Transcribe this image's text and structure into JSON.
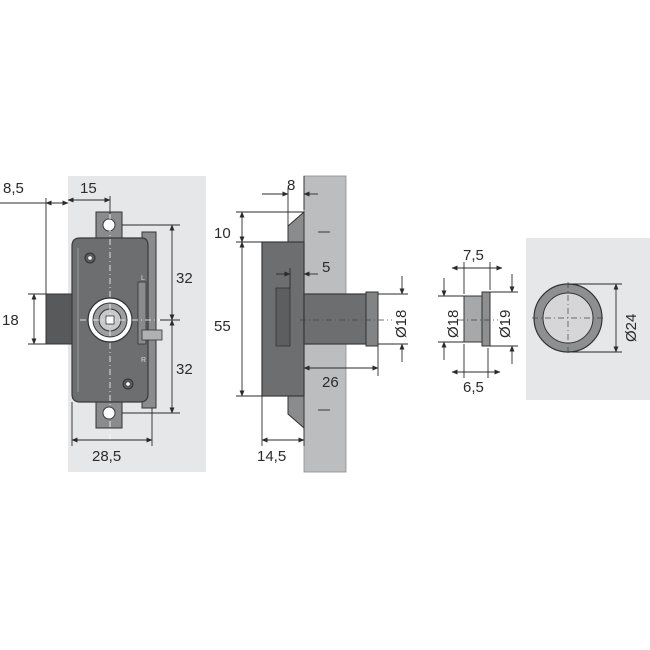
{
  "dimensions": {
    "front_view": {
      "d8_5": "8,5",
      "d15": "15",
      "d32_top": "32",
      "d32_bottom": "32",
      "d18": "18",
      "d28_5": "28,5"
    },
    "side_view": {
      "d8": "8",
      "d10": "10",
      "d5": "5",
      "d55": "55",
      "d18dia": "Ø18",
      "d26": "26",
      "d14_5": "14,5"
    },
    "bushing_view": {
      "d7_5": "7,5",
      "d18dia": "Ø18",
      "d19dia": "Ø19",
      "d6_5": "6,5"
    },
    "ring_view": {
      "d24dia": "Ø24"
    },
    "lock_markings": {
      "mark_r": "R",
      "mark_l": "L"
    }
  }
}
